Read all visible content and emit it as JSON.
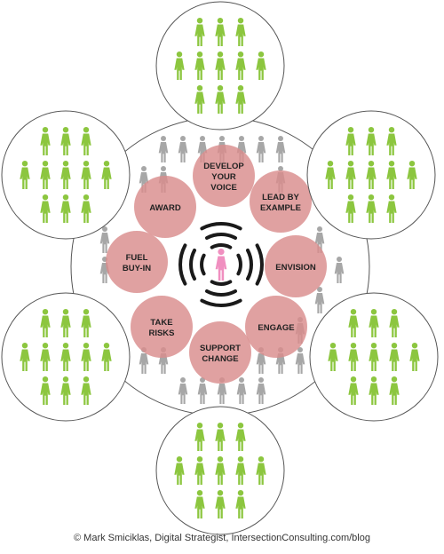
{
  "diagram": {
    "leadership_roles": [
      {
        "id": "develop-your-voice",
        "lines": [
          "DEVELOP",
          "YOUR",
          "VOICE"
        ]
      },
      {
        "id": "lead-by-example",
        "lines": [
          "LEAD BY",
          "EXAMPLE"
        ]
      },
      {
        "id": "envision",
        "lines": [
          "ENVISION"
        ]
      },
      {
        "id": "engage",
        "lines": [
          "ENGAGE"
        ]
      },
      {
        "id": "support-change",
        "lines": [
          "SUPPORT",
          "CHANGE"
        ]
      },
      {
        "id": "take-risks",
        "lines": [
          "TAKE",
          "RISKS"
        ]
      },
      {
        "id": "fuel-buy-in",
        "lines": [
          "FUEL",
          "BUY-IN"
        ]
      },
      {
        "id": "award",
        "lines": [
          "AWARD"
        ]
      }
    ],
    "icons": {
      "center": "person-icon",
      "signal": "broadcast-waves-icon",
      "inner_crowd": "person-icon",
      "outer_crowds": "person-icon"
    },
    "colors": {
      "outer_people": "#8cc63f",
      "inner_people": "#a7a7a7",
      "center_person": "#f08fc0",
      "role_circle": "#d98c8c",
      "waves": "#1a1a1a",
      "circle_border": "#555555"
    }
  },
  "footer": {
    "credit": "© Mark Smiciklas, Digital Strategist, IntersectionConsulting.com/blog"
  }
}
